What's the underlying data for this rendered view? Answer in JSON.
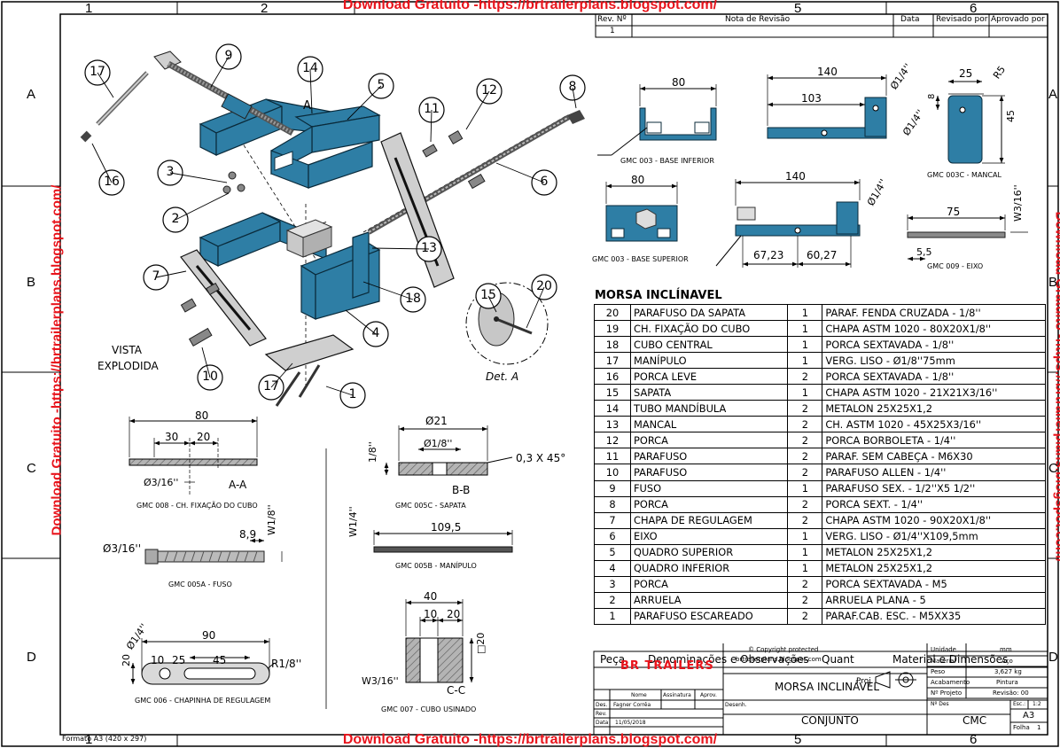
{
  "banners": {
    "top": "Download Gratuito -https://brtrailerplans.blogspot.com/",
    "bottom": "Download Gratuito -https://brtrailerplans.blogspot.com/",
    "left": "Download Gratuito -https://brtrailerplans.blogspot.com/",
    "right": "Download Gratuito -https://brtrailerplans.blogspot.com/"
  },
  "zones": {
    "cols": [
      "1",
      "2",
      "5",
      "6"
    ],
    "bottom_cols": [
      "1",
      "5",
      "6"
    ],
    "rows": [
      "A",
      "B",
      "C",
      "D"
    ]
  },
  "revision": {
    "headers": [
      "Rev. Nº",
      "Nota de Revisão",
      "Data",
      "Revisado por",
      "Aprovado por"
    ],
    "row": [
      "1",
      "",
      "",
      "",
      ""
    ]
  },
  "exploded": {
    "view_label_1": "VISTA",
    "view_label_2": "EXPLODIDA",
    "callouts": [
      "17",
      "9",
      "14",
      "5",
      "11",
      "12",
      "8",
      "16",
      "3",
      "2",
      "6",
      "13",
      "7",
      "18",
      "4",
      "10",
      "17",
      "1",
      "15",
      "20"
    ],
    "section_marker": "A",
    "detail_label": "Det. A"
  },
  "details": {
    "base_inferior": {
      "caption": "GMC 003 - BASE INFERIOR",
      "dims": [
        "80"
      ]
    },
    "mancal": {
      "caption": "GMC 003C - MANCAL",
      "dims": [
        "140",
        "103",
        "Ø1/4''",
        "Ø1/4''",
        "8",
        "25",
        "R5",
        "45"
      ]
    },
    "base_superior": {
      "caption": "GMC 003 - BASE SUPERIOR",
      "dims": [
        "80",
        "140",
        "Ø1/4''",
        "67,23",
        "60,27"
      ]
    },
    "eixo": {
      "caption": "GMC 009 - EIXO",
      "dims": [
        "75",
        "W3/16''",
        "5,5"
      ]
    },
    "fixacao": {
      "caption": "GMC 008 - CH. FIXAÇÃO DO CUBO",
      "dims": [
        "80",
        "30",
        "20",
        "Ø3/16''",
        "A-A"
      ]
    },
    "sapata": {
      "caption": "GMC 005C - SAPATA",
      "dims": [
        "Ø21",
        "Ø1/8''",
        "1/8''",
        "0,3 X 45°",
        "B-B"
      ]
    },
    "fuso": {
      "caption": "GMC 005A - FUSO",
      "dims": [
        "8,9",
        "Ø3/16''",
        "W1/8''"
      ]
    },
    "manipulo": {
      "caption": "GMC 005B - MANÍPULO",
      "dims": [
        "109,5",
        "W1/4''"
      ]
    },
    "chapinha": {
      "caption": "GMC 006 - CHAPINHA DE REGULAGEM",
      "dims": [
        "90",
        "Ø1/4''",
        "10",
        "25",
        "45",
        "R1/8''",
        "20"
      ]
    },
    "cubo": {
      "caption": "GMC 007 - CUBO USINADO",
      "dims": [
        "40",
        "10",
        "20",
        "□20",
        "W3/16''",
        "C-C"
      ]
    }
  },
  "bom": {
    "title": "MORSA INCLÍNAVEL",
    "header": {
      "part": "Peça",
      "name": "Denominações e Observações",
      "qty": "Quant",
      "material": "Material e Dimensões"
    },
    "rows": [
      {
        "n": "20",
        "name": "PARAFUSO DA SAPATA",
        "qty": "1",
        "material": "PARAF. FENDA CRUZADA - 1/8''"
      },
      {
        "n": "19",
        "name": "CH. FIXAÇÃO DO CUBO",
        "qty": "1",
        "material": "CHAPA ASTM 1020 - 80X20X1/8''"
      },
      {
        "n": "18",
        "name": "CUBO CENTRAL",
        "qty": "1",
        "material": "PORCA SEXTAVADA - 1/8''"
      },
      {
        "n": "17",
        "name": "MANÍPULO",
        "qty": "1",
        "material": "VERG. LISO - Ø1/8''75mm"
      },
      {
        "n": "16",
        "name": "PORCA LEVE",
        "qty": "2",
        "material": "PORCA SEXTAVADA - 1/8''"
      },
      {
        "n": "15",
        "name": "SAPATA",
        "qty": "1",
        "material": "CHAPA ASTM 1020 - 21X21X3/16''"
      },
      {
        "n": "14",
        "name": "TUBO MANDÍBULA",
        "qty": "2",
        "material": "METALON 25X25X1,2"
      },
      {
        "n": "13",
        "name": "MANCAL",
        "qty": "2",
        "material": "CH. ASTM 1020 - 45X25X3/16''"
      },
      {
        "n": "12",
        "name": "PORCA",
        "qty": "2",
        "material": "PORCA BORBOLETA - 1/4''"
      },
      {
        "n": "11",
        "name": "PARAFUSO",
        "qty": "2",
        "material": "PARAF. SEM CABEÇA - M6X30"
      },
      {
        "n": "10",
        "name": "PARAFUSO",
        "qty": "2",
        "material": "PARAFUSO ALLEN - 1/4''"
      },
      {
        "n": "9",
        "name": "FUSO",
        "qty": "1",
        "material": "PARAFUSO SEX. - 1/2''X5 1/2''"
      },
      {
        "n": "8",
        "name": "PORCA",
        "qty": "2",
        "material": "PORCA SEXT. - 1/4''"
      },
      {
        "n": "7",
        "name": "CHAPA DE REGULAGEM",
        "qty": "2",
        "material": "CHAPA ASTM 1020 - 90X20X1/8''"
      },
      {
        "n": "6",
        "name": "EIXO",
        "qty": "1",
        "material": "VERG. LISO - Ø1/4''X109,5mm"
      },
      {
        "n": "5",
        "name": "QUADRO SUPERIOR",
        "qty": "1",
        "material": "METALON 25X25X1,2"
      },
      {
        "n": "4",
        "name": "QUADRO INFERIOR",
        "qty": "1",
        "material": "METALON 25X25X1,2"
      },
      {
        "n": "3",
        "name": "PORCA",
        "qty": "2",
        "material": "PORCA SEXTAVADA - M5"
      },
      {
        "n": "2",
        "name": "ARRUELA",
        "qty": "2",
        "material": "ARRUELA PLANA - 5"
      },
      {
        "n": "1",
        "name": "PARAFUSO ESCAREADO",
        "qty": "2",
        "material": "PARAF.CAB. ESC. - M5XX35"
      }
    ]
  },
  "title_block": {
    "brand": "BR TRAILERS",
    "copyright_1": "© Copyright protected",
    "copyright_2": "brtrailerplans.blogspot.com",
    "proj_label": "Proj.",
    "unit_label": "Unidade",
    "unit_value": "mm",
    "material_label": "Material",
    "material_value": "Aço",
    "weight_label": "Peso",
    "weight_value": "3,627 kg",
    "finish_label": "Acabamento",
    "finish_value": "Pintura",
    "project_no_label": "Nº Projeto",
    "revision_label": "Revisão: 00",
    "drawing_no_label": "Nº Des",
    "scale_label": "Esc.:",
    "scale_value": "1:2",
    "format_value": "A3",
    "sheet_label": "Folha",
    "sheet_value": "1",
    "title": "MORSA INCLINÁVEL",
    "subtitle": "CONJUNTO",
    "code": "CMC",
    "name_label": "Nome",
    "signature_label": "Assinatura",
    "approved_label": "Aprov.",
    "designed_label": "Desenh.",
    "drawn_label": "Des.",
    "drawn_by": "Fagner Corrêa",
    "rev_label": "Rev.",
    "date_label": "Data",
    "date_value": "11/05/2018",
    "format_note": "Formato A3 (420 x 297)"
  }
}
